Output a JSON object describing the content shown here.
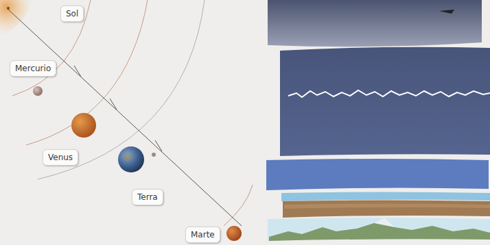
{
  "diagram": {
    "nodes": [
      {
        "text": [
          "Sol"
        ]
      },
      {
        "text": [
          "Mercurio"
        ]
      },
      {
        "text": [
          "Venus"
        ]
      },
      {
        "text": [
          "Terra"
        ]
      },
      {
        "text": [
          "Marte"
        ]
      }
    ]
  }
}
